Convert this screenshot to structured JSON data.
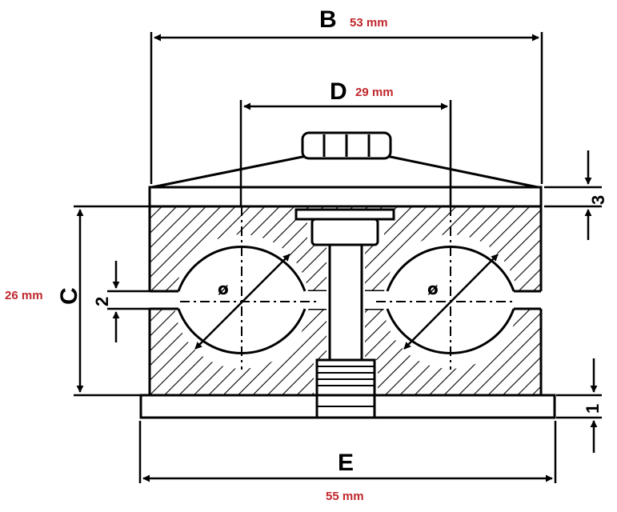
{
  "dimensions": {
    "B": {
      "letter": "B",
      "value": "53 mm"
    },
    "D": {
      "letter": "D",
      "value": "29 mm"
    },
    "C": {
      "letter": "C",
      "value": "26 mm"
    },
    "E": {
      "letter": "E",
      "value": "55 mm"
    },
    "top_plate_thickness": "3",
    "gap": "2",
    "base_plate_thickness": "1"
  },
  "bore_symbol": "ø",
  "colors": {
    "line": "#000000",
    "measurement": "#c0272d",
    "background": "#ffffff"
  }
}
